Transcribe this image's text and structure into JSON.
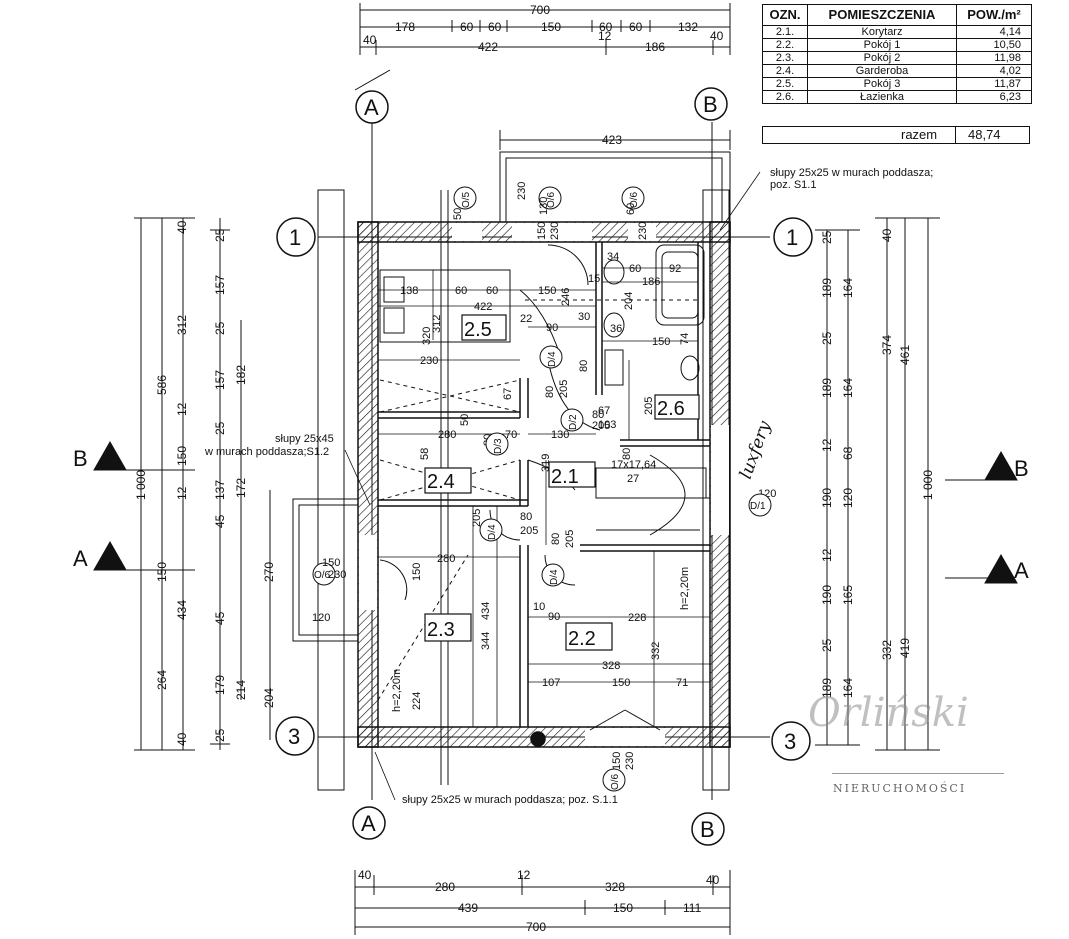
{
  "table": {
    "headers": [
      "OZN.",
      "POMIESZCZENIA",
      "POW./m²"
    ],
    "rows": [
      [
        "2.1.",
        "Korytarz",
        "4,14"
      ],
      [
        "2.2.",
        "Pokój 1",
        "10,50"
      ],
      [
        "2.3.",
        "Pokój 2",
        "11,98"
      ],
      [
        "2.4.",
        "Garderoba",
        "4,02"
      ],
      [
        "2.5.",
        "Pokój 3",
        "11,87"
      ],
      [
        "2.6.",
        "Łazienka",
        "6,23"
      ]
    ],
    "total_label": "razem",
    "total_value": "48,74"
  },
  "rooms": [
    "2.1",
    "2.2",
    "2.3",
    "2.4",
    "2.5",
    "2.6"
  ],
  "grid": {
    "a": "A",
    "b": "B",
    "one": "1",
    "three": "3"
  },
  "notes": {
    "pillars_top": "słupy 25x25 w murach poddasza;",
    "pillars_top_pos": "poz. S1.1",
    "pillars_left": "słupy 25x45",
    "pillars_left_2": "w murach poddasza;S1.2",
    "pillars_bottom": "słupy 25x25 w murach poddasza; poz. S.1.1",
    "h_left": "h=2,20m",
    "h_right": "h=2,20m",
    "luxfery": "luxfery"
  },
  "dims": {
    "top_total": "700",
    "top_row": [
      "178",
      "60",
      "60",
      "150",
      "60",
      "60",
      "132"
    ],
    "top_row2_left": "40",
    "top_row2": [
      "422",
      "12",
      "186"
    ],
    "top_row2_right": "40",
    "balcony_top": "423",
    "bottom_row1": [
      "40",
      "280",
      "12",
      "328",
      "40"
    ],
    "bottom_row2": [
      "439",
      "150",
      "111"
    ],
    "bottom_total": "700",
    "left_col_outer": "1 000",
    "left_col1": [
      "586",
      "150",
      "264"
    ],
    "left_col2": [
      "40",
      "312",
      "12",
      "150",
      "12",
      "434",
      "40"
    ],
    "left_col3": [
      "25",
      "157",
      "25",
      "157",
      "25",
      "137",
      "45",
      "45",
      "179",
      "25"
    ],
    "left_col4": [
      "182",
      "172",
      "214"
    ],
    "left_col5": [
      "270",
      "204"
    ],
    "right_col1": [
      "25",
      "189",
      "25",
      "189",
      "12",
      "190",
      "12",
      "190",
      "25",
      "189"
    ],
    "right_col2": [
      "164",
      "164",
      "68",
      "120",
      "165",
      "164"
    ],
    "right_col3": [
      "40",
      "374",
      "332"
    ],
    "right_col4": [
      "461",
      "1 000",
      "419"
    ]
  },
  "inner_dims": [
    "138",
    "60",
    "60",
    "150",
    "422",
    "246",
    "22",
    "90",
    "30",
    "320",
    "312",
    "230",
    "67",
    "80",
    "205",
    "150",
    "74",
    "34",
    "60",
    "186",
    "92",
    "204",
    "36",
    "15",
    "280",
    "58",
    "50",
    "80",
    "70",
    "130",
    "319",
    "17x17,64",
    "27",
    "120",
    "60",
    "80",
    "205",
    "80",
    "205",
    "280",
    "150",
    "224",
    "344",
    "434",
    "10",
    "90",
    "228",
    "332",
    "328",
    "107",
    "150",
    "71",
    "120",
    "80",
    "205",
    "80",
    "205",
    "67",
    "103",
    "80",
    "205"
  ],
  "window_tags": [
    "O/5",
    "O/6",
    "O/6",
    "O/6",
    "O/6",
    "D/4",
    "D/2",
    "D/3",
    "D/4",
    "D/4",
    "D/1"
  ],
  "window_dims": [
    "50",
    "230",
    "130",
    "150",
    "230",
    "60",
    "230",
    "150",
    "230",
    "150",
    "230"
  ],
  "watermark": {
    "script": "Orliński",
    "text": "NIERUCHOMOŚCI"
  }
}
